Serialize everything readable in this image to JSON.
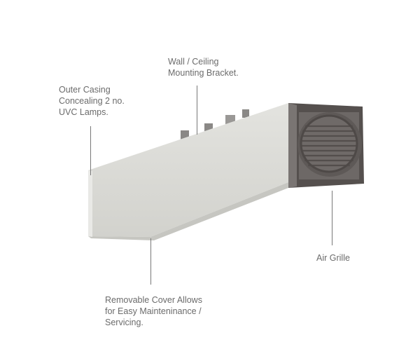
{
  "callouts": {
    "outer_casing": {
      "lines": [
        "Outer Casing",
        "Concealing 2 no.",
        "UVC Lamps."
      ]
    },
    "bracket": {
      "lines": [
        "Wall / Ceiling",
        "Mounting Bracket."
      ]
    },
    "air_grille": {
      "lines": [
        "Air Grille"
      ]
    },
    "cover": {
      "lines": [
        "Removable Cover Allows",
        "for Easy Mainteninance /",
        "Servicing."
      ]
    }
  },
  "colors": {
    "casing_top": "#f1f1ef",
    "casing_front": "#dcdcd8",
    "casing_bottom": "#c9c9c4",
    "grille": "#6d6866",
    "grille_dark": "#4f4a48",
    "leader": "#777777",
    "text": "#6b6b6b"
  }
}
